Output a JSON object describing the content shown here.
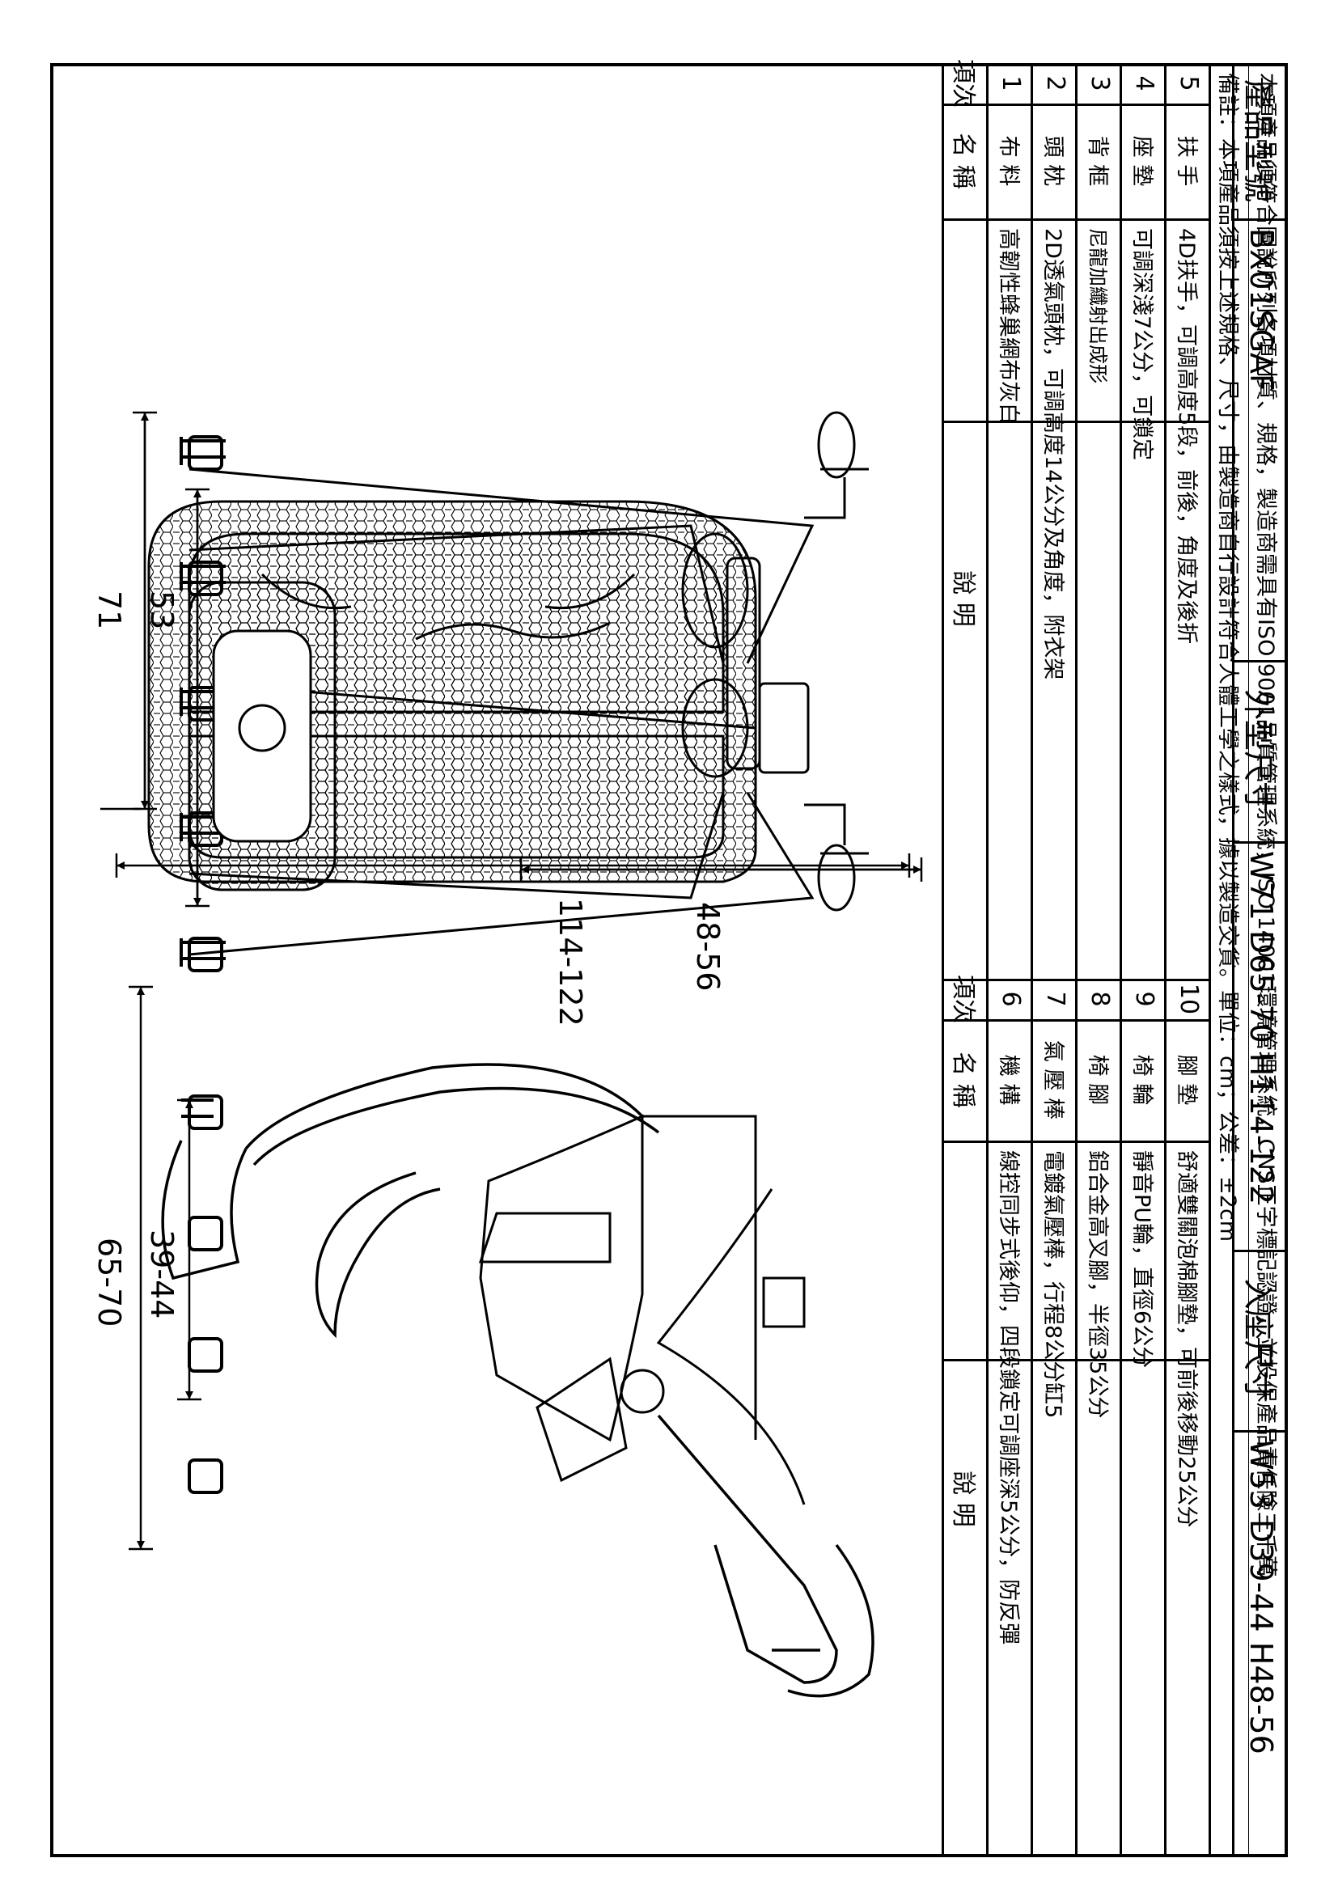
{
  "header": {
    "model_label": "產品型號",
    "model_value": "BX01SGAF",
    "outer_label": "外型尺寸",
    "outer_value": "W71 D65-70 H114-122",
    "seat_label": "入座尺寸",
    "seat_value": "W53 D39-44 H48-56"
  },
  "dimensions": {
    "front_width": "71",
    "front_seat_width": "53",
    "front_seat_height": "48-56",
    "side_depth": "65-70",
    "side_seat_depth": "39-44",
    "side_height": "114-122"
  },
  "table": {
    "col_no": "項次",
    "col_name": "名 稱",
    "col_desc": "說 明",
    "left_rows": [
      {
        "no": "1",
        "name": "布 料",
        "desc": "高韌性蜂巢網布灰白"
      },
      {
        "no": "2",
        "name": "頭 枕",
        "desc": "2D透氣頭枕，可調高度14公分及角度，附衣架"
      },
      {
        "no": "3",
        "name": "背 框",
        "desc": "尼龍加纖射出成形"
      },
      {
        "no": "4",
        "name": "座 墊",
        "desc": "可調深淺7公分，可鎖定"
      },
      {
        "no": "5",
        "name": "扶 手",
        "desc": "4D扶手，可調高度5段，前後，角度及後折"
      }
    ],
    "right_rows": [
      {
        "no": "6",
        "name": "機 構",
        "desc": "線控同步式後仰，四段鎖定可調座深5公分，防反彈"
      },
      {
        "no": "7",
        "name": "氣 壓 棒",
        "desc": "電鍍氣壓棒，行程8公分缸5"
      },
      {
        "no": "8",
        "name": "椅 腳",
        "desc": "鋁合金高叉腳，半徑35公分"
      },
      {
        "no": "9",
        "name": "椅 輪",
        "desc": "靜音PU輪，直徑6公分"
      },
      {
        "no": "10",
        "name": "腳 墊",
        "desc": "舒適雙關泡棉腳墊，可前後移動25公分"
      }
    ]
  },
  "notes": {
    "line1": "備註：本項產品須按上述規格、尺寸，由製造商自行設計符合人體工學之樣式，據以製造交貨。單位：cm；公差：±2cm",
    "line2": "本項產品須符合圖說所列各項材質、規格，製造商需具有ISO 9001品質管理系統，ISO 14001環境管理系統，CNS正字標記認證，並投保產品責任險三千萬"
  }
}
